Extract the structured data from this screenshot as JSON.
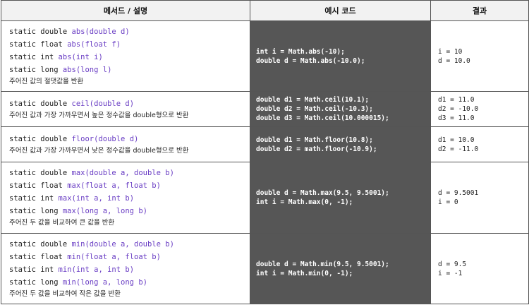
{
  "headers": {
    "method": "메서드 / 설명",
    "example": "예시 코드",
    "result": "결과"
  },
  "rows": [
    {
      "signatures": [
        {
          "prefix": "static double ",
          "call": "abs(double d)"
        },
        {
          "prefix": "static float ",
          "call": "abs(float f)"
        },
        {
          "prefix": "static int ",
          "call": "abs(int i)"
        },
        {
          "prefix": "static long ",
          "call": "abs(long l)"
        }
      ],
      "description": "주어진 값의 절댓값을 반환",
      "code": [
        "int i = Math.abs(-10);",
        "double d = Math.abs(-10.0);"
      ],
      "result": [
        "i = 10",
        "d = 10.0"
      ]
    },
    {
      "signatures": [
        {
          "prefix": "static double ",
          "call": "ceil(double d)"
        }
      ],
      "description": "주어진 값과 가장 가까우면서 높은 정수값을 double형으로 반환",
      "code": [
        "double d1 = Math.ceil(10.1);",
        "double d2 = Math.ceil(-10.3);",
        "double d3 = Math.ceil(10.000015);"
      ],
      "result": [
        "d1 = 11.0",
        "d2 = -10.0",
        "d3 = 11.0"
      ]
    },
    {
      "signatures": [
        {
          "prefix": "static double ",
          "call": "floor(double d)"
        }
      ],
      "description": "주어진 값과 가장 가까우면서 낮은 정수값을 double형으로 반환",
      "code": [
        "double d1 = Math.floor(10.8);",
        "double d2 = math.floor(-10.9);"
      ],
      "result": [
        "d1 = 10.0",
        "d2 = -11.0"
      ]
    },
    {
      "signatures": [
        {
          "prefix": "static double ",
          "call": "max(double a, double b)"
        },
        {
          "prefix": "static float ",
          "call": "max(float a, float b)"
        },
        {
          "prefix": "static int ",
          "call": "max(int a, int b)"
        },
        {
          "prefix": "static long ",
          "call": "max(long a, long b)"
        }
      ],
      "description": "주어진 두 값을 비교하여 큰 값을 반환",
      "code": [
        "double d = Math.max(9.5, 9.5001);",
        "int i = Math.max(0, -1);"
      ],
      "result": [
        "d = 9.5001",
        "i = 0"
      ]
    },
    {
      "signatures": [
        {
          "prefix": "static double ",
          "call": "min(double a, double b)"
        },
        {
          "prefix": "static float ",
          "call": "min(float a, float b)"
        },
        {
          "prefix": "static int ",
          "call": "min(int a, int b)"
        },
        {
          "prefix": "static long ",
          "call": "min(long a, long b)"
        }
      ],
      "description": "주어진 두 값을 비교하여 작은 값을 반환",
      "code": [
        "double d = Math.min(9.5, 9.5001);",
        "int i = Math.min(0, -1);"
      ],
      "result": [
        "d = 9.5",
        "i = -1"
      ]
    }
  ]
}
